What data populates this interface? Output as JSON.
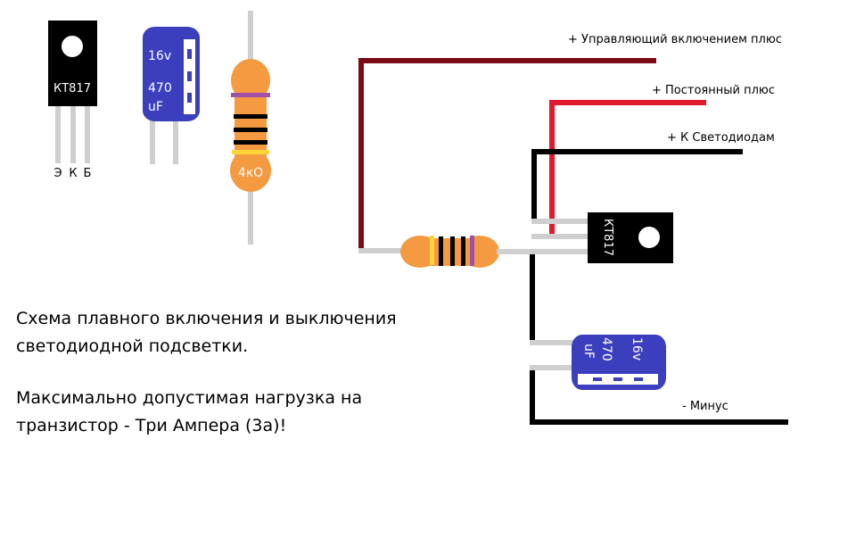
{
  "legend": {
    "transistor": {
      "model": "КТ817",
      "pins": [
        "Э",
        "К",
        "Б"
      ]
    },
    "capacitor": {
      "voltage": "16v",
      "capacity": "470",
      "unit": "uF"
    },
    "resistor": {
      "value": "4кО"
    }
  },
  "circuit": {
    "transistor_model": "КТ817",
    "capacitor": {
      "voltage": "16v",
      "capacity": "470",
      "unit": "uF"
    },
    "labels": {
      "control_plus": "+ Управляющий включением плюс",
      "constant_plus": "+ Постоянный плюс",
      "to_leds": "+ К Светодиодам",
      "minus": "- Минус"
    }
  },
  "notes": {
    "line1": "Схема плавного включения и выключения",
    "line2": "светодиодной подсветки.",
    "line3": "Максимально допустимая нагрузка на",
    "line4": "транзистор - Три Ампера (3а)!"
  },
  "colors": {
    "control_wire": "#7a0a14",
    "constant_wire": "#e0192c",
    "ground_wire": "#000000",
    "lead": "#cfcfcf",
    "capacitor_body": "#3b3fbd",
    "resistor_body": "#f49a40"
  }
}
